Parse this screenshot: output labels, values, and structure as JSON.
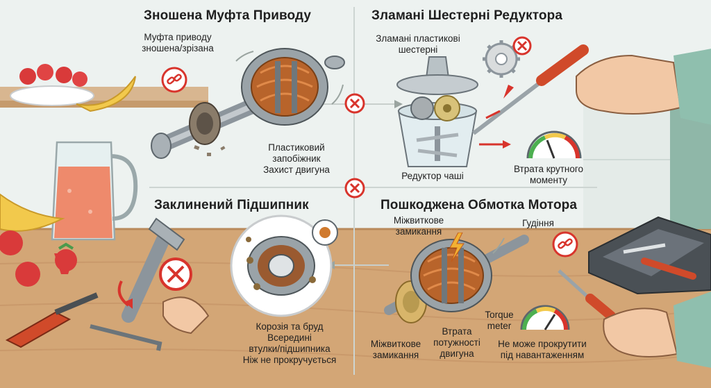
{
  "panels": {
    "coupling": {
      "title": "Зношена Муфта Приводу",
      "label_worn": [
        "Муфта приводу",
        "зношена/зрізана"
      ],
      "label_fuse": [
        "Пластиковий",
        "запобіжник",
        "Захист двигуна"
      ]
    },
    "gears": {
      "title": "Зламані Шестерні Редуктора",
      "label_broken": [
        "Зламані пластикові",
        "шестерні"
      ],
      "label_gearbox": "Редуктор чаші",
      "label_torque_loss": [
        "Втрата крутного",
        "моменту"
      ]
    },
    "bearing": {
      "title": "Заклинений Підшипник",
      "label_corrosion": [
        "Корозія та бруд",
        "Всередині",
        "втулки/підшипника",
        "Ніж не прокручується"
      ]
    },
    "winding": {
      "title": "Пошкоджена Обмотка Мотора",
      "label_short_top": [
        "Міжвиткове",
        "замикання"
      ],
      "label_hum": "Гудіння",
      "label_torque_meter": [
        "Torque",
        "meter"
      ],
      "label_short_bottom": [
        "Міжвиткове",
        "замикання"
      ],
      "label_power_loss": [
        "Втрата",
        "потужності",
        "двигуна"
      ],
      "label_no_spin": [
        "Не може прокрутити",
        "під навантаженням"
      ]
    }
  },
  "colors": {
    "accent_red": "#d8342c",
    "copper": "#b8642b",
    "steel": "#8c959c",
    "counter_top": "#d4a878",
    "wall": "#eef3f1"
  },
  "icons": [
    "broken-chain-icon",
    "no-cross-icon",
    "lightning-icon",
    "gear-icon",
    "gauge-icon"
  ]
}
